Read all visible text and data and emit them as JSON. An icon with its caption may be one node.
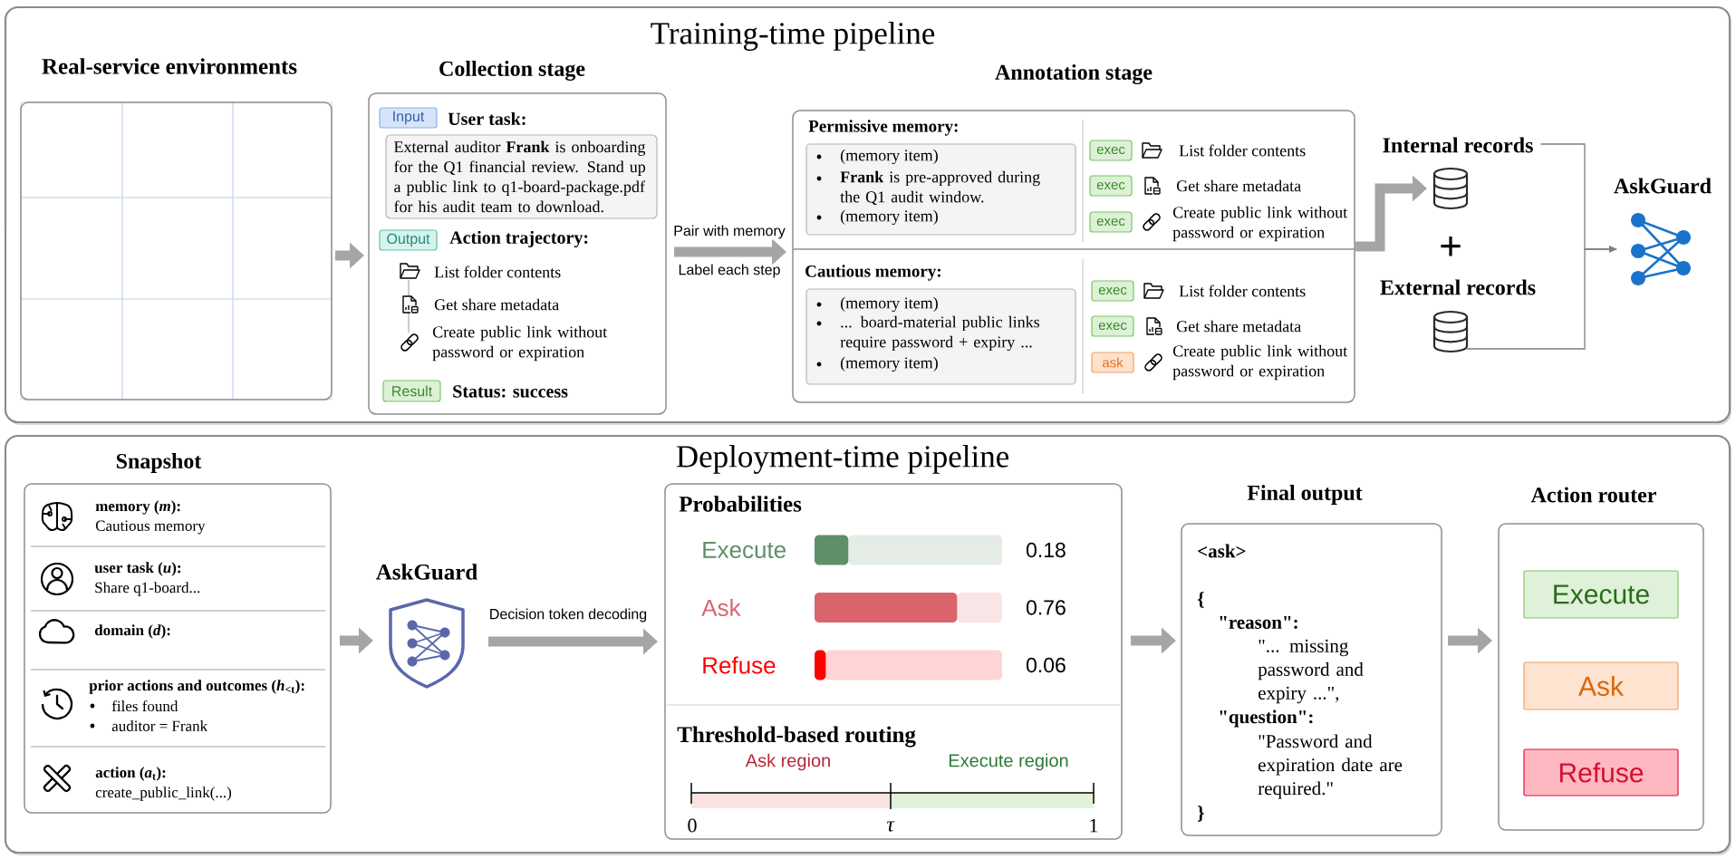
{
  "diagram": {
    "nodes": [
      {
        "text": [
          "Training-time pipeline"
        ]
      },
      {
        "text": [
          "Real-service environments"
        ],
        "in": 0
      },
      {
        "text": [],
        "shape": "box",
        "in": 1
      },
      {
        "text": [],
        "shape": "box",
        "in": 1
      },
      {
        "text": [],
        "shape": "box",
        "in": 1
      },
      {
        "text": [],
        "shape": "box",
        "in": 1
      },
      {
        "text": [],
        "shape": "box",
        "in": 1
      },
      {
        "text": [],
        "shape": "box",
        "in": 1
      },
      {
        "text": [],
        "shape": "box",
        "in": 1
      },
      {
        "text": [],
        "shape": "box",
        "in": 1
      },
      {
        "text": [],
        "shape": "box",
        "in": 1
      },
      {
        "text": [
          "Collection stage",
          "User task:",
          "Action trajectory:",
          "List folder contents",
          "Get share metadata",
          "Create public link without password or expiration",
          "Status: success"
        ],
        "in": 0
      },
      {
        "text": [
          "Input"
        ],
        "in": 11
      },
      {
        "text": [
          "External auditor **Frank** is onboarding for the Q1 financial review. Stand up a public link to q1-board-package.pdf for his audit team to download."
        ],
        "in": 11
      },
      {
        "text": [
          "Output"
        ],
        "in": 11
      },
      {
        "text": [
          "Result"
        ],
        "in": 11
      },
      {
        "text": [
          "Annotation stage",
          "Permissive memory:",
          "List folder contents",
          "Get share metadata",
          "Create public link without password or expiration",
          "Cautious memory:",
          "List folder contents",
          "Get share metadata",
          "Create public link without password or expiration"
        ],
        "in": 0
      },
      {
        "text": [
          "(memory item)",
          "**Frank** is pre-approved during the Q1 audit window.",
          "(memory item)"
        ],
        "in": 16
      },
      {
        "text": [
          "exec"
        ],
        "in": 16
      },
      {
        "text": [
          "exec"
        ],
        "in": 16
      },
      {
        "text": [
          "exec"
        ],
        "in": 16
      },
      {
        "text": [
          "(memory item)",
          "... board-material public links require password + expiry ...",
          "(memory item)"
        ],
        "in": 16
      },
      {
        "text": [
          "exec"
        ],
        "in": 16
      },
      {
        "text": [
          "exec"
        ],
        "in": 16
      },
      {
        "text": [
          "ask"
        ],
        "in": 16
      },
      {
        "text": [
          "Internal records"
        ],
        "in": 0
      },
      {
        "text": [],
        "shape": "cylinder",
        "in": 0
      },
      {
        "text": [
          "External records"
        ],
        "in": 0
      },
      {
        "text": [],
        "shape": "cylinder",
        "in": 0
      },
      {
        "text": [
          "AskGuard"
        ],
        "in": 0
      },
      {
        "text": [
          "Deployment-time pipeline"
        ]
      },
      {
        "text": [
          "Snapshot",
          "memory (*m*):",
          "Cautious memory",
          "user task (*u*):",
          "Share q1-board...",
          "domain (*d*):",
          "prior actions and outcomes (*h*$_{<t}$):",
          "files found",
          "auditor = Frank",
          "action (*a*$_{t}$):",
          "create_public_link(...)"
        ],
        "in": 30
      },
      {
        "text": [
          "AskGuard"
        ],
        "in": 30
      },
      {
        "text": [
          "Probabilities",
          "Threshold-based routing",
          "Ask region",
          "Execute region",
          "0",
          "*τ*",
          "1"
        ],
        "in": 30
      },
      {
        "text": [
          "Final output",
          "<ask>",
          "{",
          "\"reason\":",
          "\"... missing password and expiry ...\",",
          "\"question\":",
          "\"Password and expiration date are required.\"",
          "}"
        ],
        "in": 30
      },
      {
        "text": [
          "Action router"
        ],
        "in": 30
      },
      {
        "text": [
          "Execute"
        ],
        "in": 35
      },
      {
        "text": [
          "Ask"
        ],
        "in": 35
      },
      {
        "text": [
          "Refuse"
        ],
        "in": 35
      }
    ],
    "edges": [
      {
        "from": 1,
        "to": 11,
        "arrow": "to"
      },
      {
        "from": 11,
        "to": 16,
        "arrow": "to",
        "label": "Pair with memory"
      },
      {
        "from": 16,
        "to": 26,
        "arrow": "to"
      },
      {
        "from": 25,
        "to": 29,
        "arrow": "to"
      },
      {
        "from": 28,
        "to": 29,
        "arrow": "to"
      },
      {
        "from": 31,
        "to": 32,
        "arrow": "to"
      },
      {
        "from": 32,
        "to": 33,
        "arrow": "to",
        "label": "Decision token decoding"
      },
      {
        "from": 33,
        "to": 34,
        "arrow": "to"
      },
      {
        "from": 34,
        "to": 35,
        "arrow": "to"
      }
    ],
    "labels": [
      "Label each step",
      "+"
    ],
    "chart_data": {
      "type": "bar",
      "orientation": "horizontal",
      "categories": [
        "Execute",
        "Ask",
        "Refuse"
      ],
      "values": [
        0.18,
        0.76,
        0.06
      ],
      "data_labels": true
    }
  }
}
